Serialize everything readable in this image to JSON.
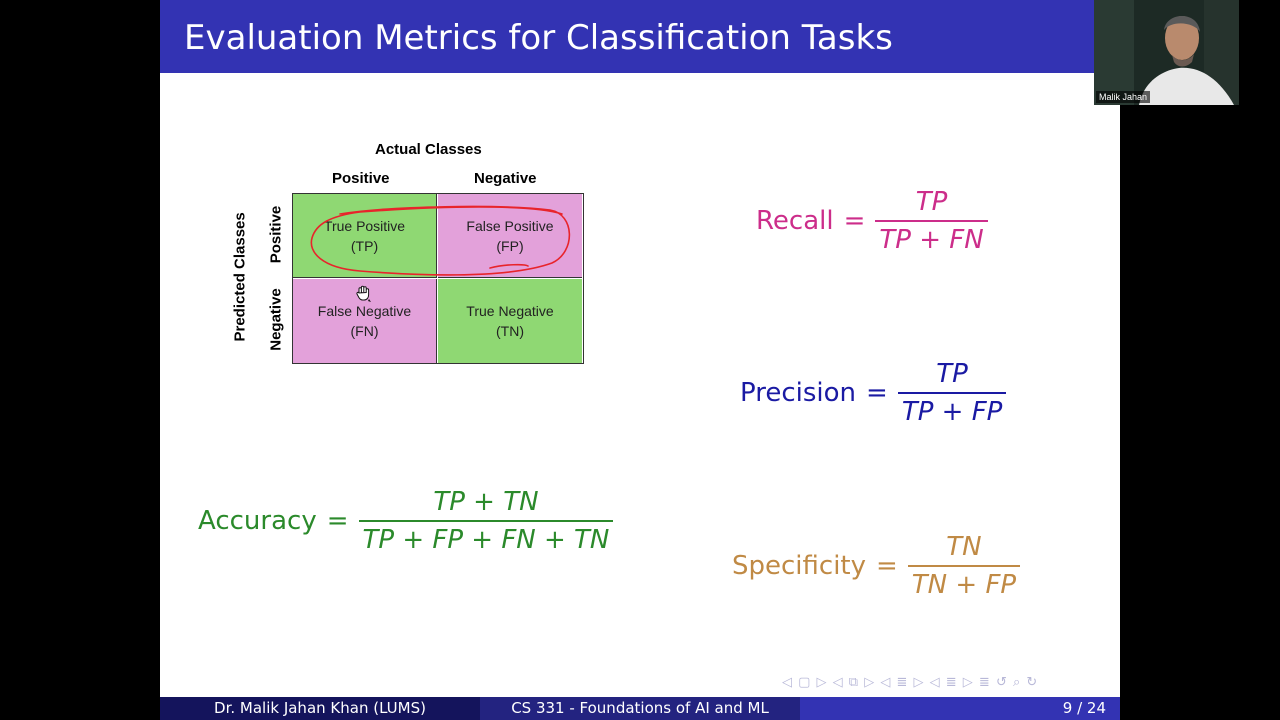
{
  "slide": {
    "title": "Evaluation Metrics for Classification Tasks"
  },
  "confusion_matrix": {
    "actual_label": "Actual Classes",
    "predicted_label": "Predicted Classes",
    "col_positive": "Positive",
    "col_negative": "Negative",
    "row_positive": "Positive",
    "row_negative": "Negative",
    "cells": {
      "tp": {
        "line1": "True Positive",
        "line2": "(TP)"
      },
      "fp": {
        "line1": "False Positive",
        "line2": "(FP)"
      },
      "fn": {
        "line1": "False Negative",
        "line2": "(FN)"
      },
      "tn": {
        "line1": "True Negative",
        "line2": "(TN)"
      }
    },
    "colors": {
      "green": "#8fd873",
      "pink": "#e3a1da"
    },
    "annotation_color": "#e8242b"
  },
  "formulas": {
    "recall": {
      "name": "Recall",
      "eq": "=",
      "numerator": "TP",
      "denominator": "TP + FN",
      "color": "#cc2d8a"
    },
    "precision": {
      "name": "Precision",
      "eq": "=",
      "numerator": "TP",
      "denominator": "TP + FP",
      "color": "#1a1aa3"
    },
    "accuracy": {
      "name": "Accuracy",
      "eq": "=",
      "numerator": "TP + TN",
      "denominator": "TP + FP + FN + TN",
      "color": "#2b8a2b"
    },
    "specificity": {
      "name": "Specificity",
      "eq": "=",
      "numerator": "TN",
      "denominator": "TN + FP",
      "color": "#c08a45"
    }
  },
  "footer": {
    "author": "Dr. Malik Jahan Khan  (LUMS)",
    "course": "CS 331 - Foundations of AI and ML",
    "page": "9 / 24"
  },
  "nav_symbols": "◁ ▢ ▷  ◁ ⧉ ▷  ◁ ≣ ▷  ◁ ≣ ▷   ≣   ↺ ⌕ ↻",
  "webcam": {
    "name": "Malik Jahan"
  },
  "theme": {
    "title_bg": "#3333b3",
    "footer_dark": "#14145c",
    "footer_mid": "#232380"
  }
}
